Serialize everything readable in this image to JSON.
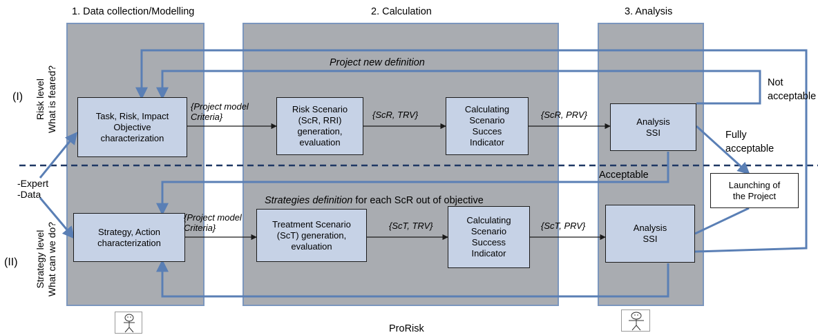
{
  "phases": {
    "p1": "1. Data collection/Modelling",
    "p2": "2. Calculation",
    "p3": "3. Analysis"
  },
  "levels": {
    "risk": "Risk level\nWhat is feared?",
    "strategy": "Strategy level\nWhat can we do?",
    "risk_num": "(I)",
    "strategy_num": "(II)"
  },
  "inputs": "-Expert\n-Data",
  "boxes": {
    "task": "Task, Risk, Impact\nObjective\ncharacterization",
    "risk_scenario": "Risk Scenario\n(ScR, RRI)\ngeneration,\nevaluation",
    "calc_succes": "Calculating\nScenario\nSucces\nIndicator",
    "analysis_top": "Analysis\nSSI",
    "strategy": "Strategy, Action\ncharacterization",
    "treatment": "Treatment Scenario\n(ScT) generation,\nevaluation",
    "calc_success": "Calculating\nScenario\nSuccess\nIndicator",
    "analysis_bottom": "Analysis\nSSI",
    "launch": "Launching of\nthe Project"
  },
  "flow_labels": {
    "project_model_top": "{Project model\nCriteria}",
    "scr_trv": "{ScR, TRV}",
    "scr_prv": "{ScR, PRV}",
    "project_model_bottom": "{Project model\nCriteria}",
    "sct_trv": "{ScT, TRV}",
    "sct_prv": "{ScT, PRV}"
  },
  "loop_labels": {
    "project_new_definition": "Project new definition",
    "strategies_def_italic": "Strategies definition",
    "strategies_def_rest": " for each ScR out of objective",
    "not_acceptable": "Not\nacceptable",
    "fully_acceptable": "Fully\nacceptable",
    "acceptable": "Acceptable"
  },
  "footer": "ProRisk",
  "colors": {
    "band_fill": "#a9acb1",
    "band_border": "#7b96bd",
    "box_fill": "#c6d2e6",
    "loop_line": "#5a7fb5",
    "divider": "#1f3864"
  }
}
